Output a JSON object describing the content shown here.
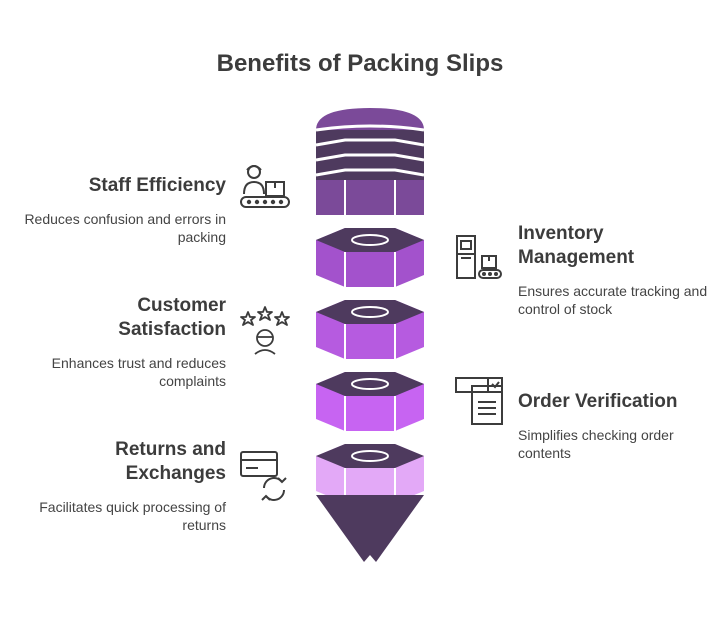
{
  "title": "Benefits of Packing Slips",
  "items": [
    {
      "heading": "Staff Efficiency",
      "description": "Reduces confusion and errors in packing",
      "icon": "conveyor-worker-icon"
    },
    {
      "heading": "Inventory Management",
      "description": "Ensures accurate tracking and control of stock",
      "icon": "inventory-machine-icon"
    },
    {
      "heading": "Customer Satisfaction",
      "description": "Enhances trust and reduces complaints",
      "icon": "customer-stars-icon"
    },
    {
      "heading": "Order Verification",
      "description": "Simplifies checking order contents",
      "icon": "checklist-document-icon"
    },
    {
      "heading": "Returns and Exchanges",
      "description": "Facilitates quick processing of returns",
      "icon": "card-exchange-icon"
    }
  ],
  "colors": {
    "top_cap": "#7b4a99",
    "dark_face": "#4e3a5e",
    "layer1": "#a352cc",
    "layer2": "#b65be0",
    "layer3": "#c764f2",
    "layer4": "#e3a9f7",
    "stripe": "#ffffff"
  }
}
